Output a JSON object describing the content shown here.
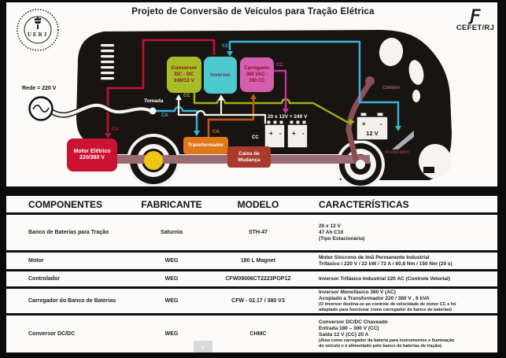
{
  "header": {
    "title": "Projeto de Conversão de Veículos para Tração Elétrica",
    "uerj_label": "UERJ",
    "cefet_glyph": "Ƒ",
    "cefet_label": "CEFET/RJ"
  },
  "diagram": {
    "labels": {
      "rede": "Rede = 220 V",
      "tomada": "Tomada",
      "ca_cable": "CA",
      "ca_motor": "CA",
      "ca_transformador": "CA",
      "cc_inversor": "CC",
      "cc_conversor": "CC",
      "cc_carregador": "CC",
      "cc_bank": "CC",
      "bank": "20 x 12V = 240 V",
      "battery12": "12 V",
      "plus": "+",
      "minus": "-",
      "cambio": "Câmbio",
      "acelerador": "Acelerador"
    },
    "boxes": {
      "conversor": {
        "line1": "Conversor",
        "line2": "DC - DC",
        "line3": "240/12 V"
      },
      "inversor": {
        "label": "Inversor"
      },
      "carregador": {
        "line1": "Carregador",
        "line2": "380 VAC -",
        "line3": "240 CC"
      },
      "motor": {
        "line1": "Motor Elétrico",
        "line2": "220/380 V"
      },
      "transformador": {
        "label": "Transformador"
      },
      "caixa": {
        "line1": "Caixa de",
        "line2": "Mudança"
      }
    },
    "colors": {
      "van_black": "#181411",
      "red": "#c41236",
      "green_box": "#a7bd26",
      "olive_wire": "#9db414",
      "cyan_box": "#4cc8cf",
      "cyan_wire": "#35b6d9",
      "pink_box": "#d55fae",
      "magenta_wire": "#c8329c",
      "orange": "#e07818",
      "dark_red_box": "#a93a2e",
      "maroon": "#8a4f55",
      "axle": "#9c6b72",
      "yellow": "#eec510",
      "pedal_gray": "#a8adb5"
    }
  },
  "table": {
    "headers": [
      "COMPONENTES",
      "FABRICANTE",
      "MODELO",
      "CARACTERÍSTICAS"
    ],
    "rows": [
      {
        "componente": "Banco de Baterias para Tração",
        "fabricante": "Saturnia",
        "modelo": "STH-47",
        "caracteristicas": [
          "20 x 12 V",
          "47 Ah C10",
          "(Tipo Estacionária)"
        ]
      },
      {
        "componente": "Motor",
        "fabricante": "WEG",
        "modelo": "180 L Magnet",
        "caracteristicas": [
          "Motor Síncrono de Imã Permanente Industrial",
          "Trifásico / 220 V / 22 kW / 72 A / 80,8 Nm / 150 Nm (20 s)"
        ]
      },
      {
        "componente": "Controlador",
        "fabricante": "WEG",
        "modelo": "CFW09006CT2223POP1Z",
        "caracteristicas": [
          "Inversor Trifásico Industrial 220 AC (Controle Vetorial)"
        ]
      },
      {
        "componente": "Carregador do Banco de Baterias",
        "fabricante": "WEG",
        "modelo": "CFW - 02.17 / 380 V3",
        "caracteristicas": [
          "Inversor Monofásico 380 V (AC)",
          "Acoplado a Transformador 220 / 380 V , 6 kVA"
        ],
        "notas": [
          "(O inversor destina-se ao controle de velocidade de motor CC e foi",
          "adaptado para funcionar como carregador do banco de baterias)"
        ]
      },
      {
        "componente": "Conversor DC/DC",
        "fabricante": "WEG",
        "modelo": "CHMC",
        "caracteristicas": [
          "Conversor DC/DC Chaveado",
          "Entrada 180 – 300 V (CC)",
          "Saída 12 V (CC) 20 A"
        ],
        "notas": [
          "(Atua como carregador da bateria  para instrumentos e iluminação",
          "do veículo e é alimentado pelo banco de baterias de tração)."
        ]
      }
    ]
  },
  "overlay": {
    "scroll_up": "▲"
  }
}
